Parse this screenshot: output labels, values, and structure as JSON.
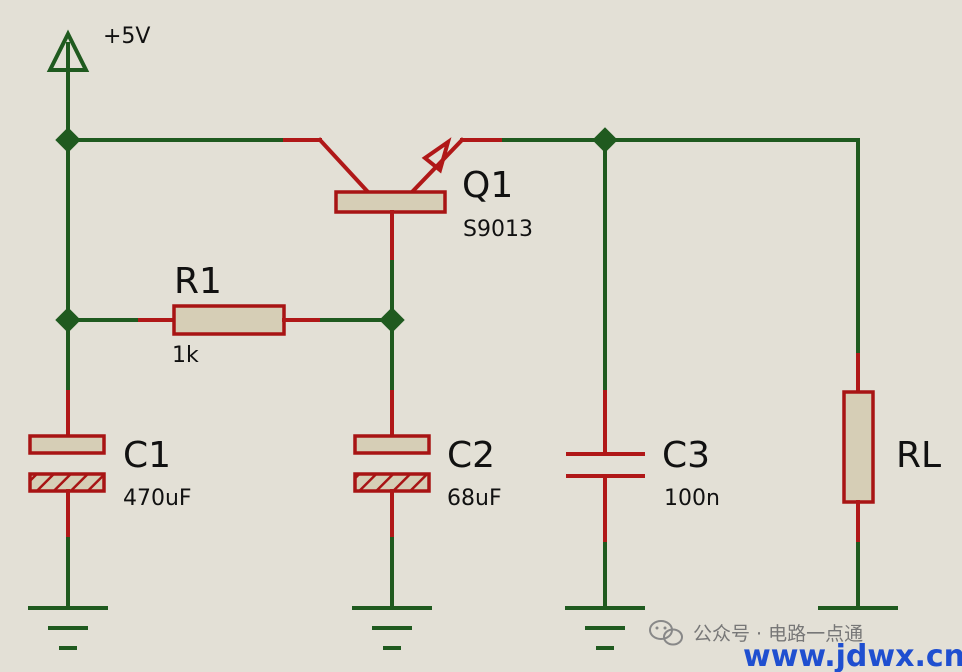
{
  "supply": {
    "label": "+5V"
  },
  "components": {
    "q1": {
      "ref": "Q1",
      "value": "S9013"
    },
    "r1": {
      "ref": "R1",
      "value": "1k"
    },
    "c1": {
      "ref": "C1",
      "value": "470uF"
    },
    "c2": {
      "ref": "C2",
      "value": "68uF"
    },
    "c3": {
      "ref": "C3",
      "value": "100n"
    },
    "rl": {
      "ref": "RL"
    }
  },
  "watermark": {
    "text": "公众号 · 电路一点通",
    "url": "www.jdwx.cn"
  },
  "colors": {
    "background": "#e3e0d6",
    "wire": "#1f5a1f",
    "pin": "#b01818",
    "component_fill": "#d6ceb6"
  }
}
